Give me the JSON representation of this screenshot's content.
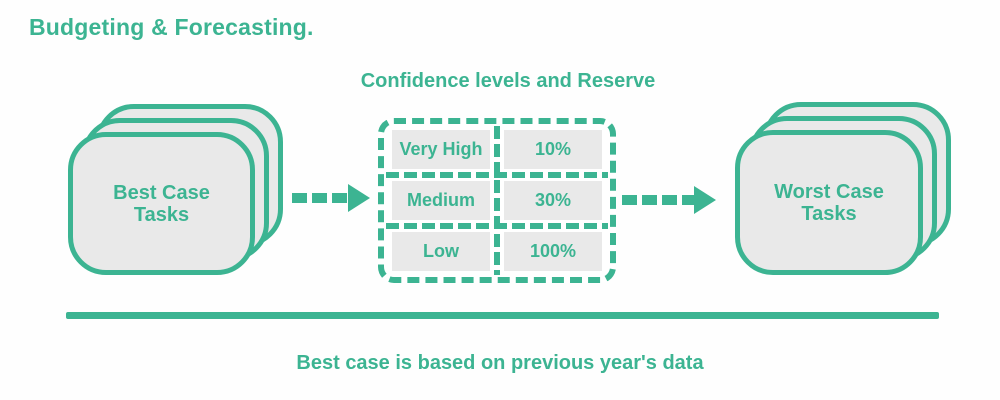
{
  "page": {
    "title": "Budgeting & Forecasting."
  },
  "diagram": {
    "subtitle": "Confidence levels and Reserve",
    "left_stack": {
      "label": "Best Case Tasks",
      "lines": [
        "Best Case",
        "Tasks"
      ]
    },
    "right_stack": {
      "label": "Worst Case Tasks",
      "lines": [
        "Worst Case",
        "Tasks"
      ]
    },
    "table": {
      "rows": [
        {
          "level": "Very High",
          "reserve": "10%"
        },
        {
          "level": "Medium",
          "reserve": "30%"
        },
        {
          "level": "Low",
          "reserve": "100%"
        }
      ]
    },
    "footer_note": "Best case is based on previous year's data",
    "colors": {
      "accent": "#3cb492",
      "card_fill": "#e9e9e9"
    }
  }
}
